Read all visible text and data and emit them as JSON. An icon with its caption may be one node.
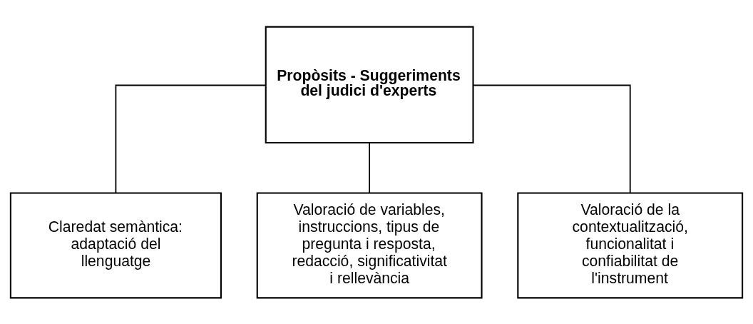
{
  "diagram": {
    "nodes": [
      {
        "text": [
          "Propòsits - Suggeriments del judici d'experts"
        ]
      },
      {
        "text": [
          "Claredat semàntica: adaptació del llenguatge"
        ]
      },
      {
        "text": [
          "Valoració de variables, instruccions, tipus de pregunta i resposta, redacció, significativitat i rellevància"
        ]
      },
      {
        "text": [
          "Valoració de la contextualització, funcionalitat i confiabilitat de l'instrument"
        ]
      }
    ],
    "edges": [
      {
        "from": 0,
        "to": 1,
        "arrow": "none"
      },
      {
        "from": 0,
        "to": 2,
        "arrow": "none"
      },
      {
        "from": 0,
        "to": 3,
        "arrow": "none"
      }
    ]
  }
}
